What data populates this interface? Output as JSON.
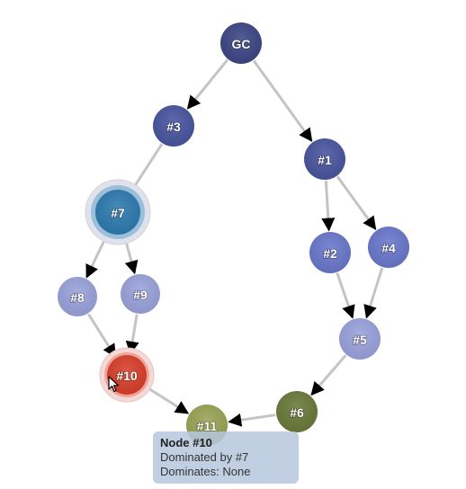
{
  "graph": {
    "nodes": [
      {
        "id": "GC",
        "label": "GC",
        "color": "#3d4785"
      },
      {
        "id": "n3",
        "label": "#3",
        "color": "#4a56a0"
      },
      {
        "id": "n1",
        "label": "#1",
        "color": "#4a56a0"
      },
      {
        "id": "n7",
        "label": "#7",
        "color": "#2e7bb0",
        "highlight": "dominator"
      },
      {
        "id": "n2",
        "label": "#2",
        "color": "#6a78cc"
      },
      {
        "id": "n4",
        "label": "#4",
        "color": "#6a78cc"
      },
      {
        "id": "n8",
        "label": "#8",
        "color": "#9ba3dc"
      },
      {
        "id": "n9",
        "label": "#9",
        "color": "#9ba3dc"
      },
      {
        "id": "n5",
        "label": "#5",
        "color": "#9ba3dc"
      },
      {
        "id": "n10",
        "label": "#10",
        "color": "#d9402b",
        "highlight": "selected"
      },
      {
        "id": "n6",
        "label": "#6",
        "color": "#6b7a3a"
      },
      {
        "id": "n11",
        "label": "#11",
        "color": "#9aa555"
      }
    ],
    "edges": [
      {
        "from": "GC",
        "to": "n3",
        "arrow": true
      },
      {
        "from": "GC",
        "to": "n1",
        "arrow": true
      },
      {
        "from": "n3",
        "to": "n7",
        "arrow": false
      },
      {
        "from": "n7",
        "to": "n8",
        "arrow": true
      },
      {
        "from": "n7",
        "to": "n9",
        "arrow": true
      },
      {
        "from": "n8",
        "to": "n10",
        "arrow": true
      },
      {
        "from": "n9",
        "to": "n10",
        "arrow": true
      },
      {
        "from": "n10",
        "to": "n11",
        "arrow": true
      },
      {
        "from": "n1",
        "to": "n2",
        "arrow": true
      },
      {
        "from": "n1",
        "to": "n4",
        "arrow": true
      },
      {
        "from": "n2",
        "to": "n5",
        "arrow": true
      },
      {
        "from": "n4",
        "to": "n5",
        "arrow": true
      },
      {
        "from": "n5",
        "to": "n6",
        "arrow": true
      },
      {
        "from": "n6",
        "to": "n11",
        "arrow": true
      }
    ],
    "edge_color": "#c4c4c4"
  },
  "tooltip": {
    "title": "Node #10",
    "dominated_by": "Dominated by #7",
    "dominates": "Dominates: None"
  },
  "cursor": {
    "icon": "arrow-cursor-icon"
  }
}
